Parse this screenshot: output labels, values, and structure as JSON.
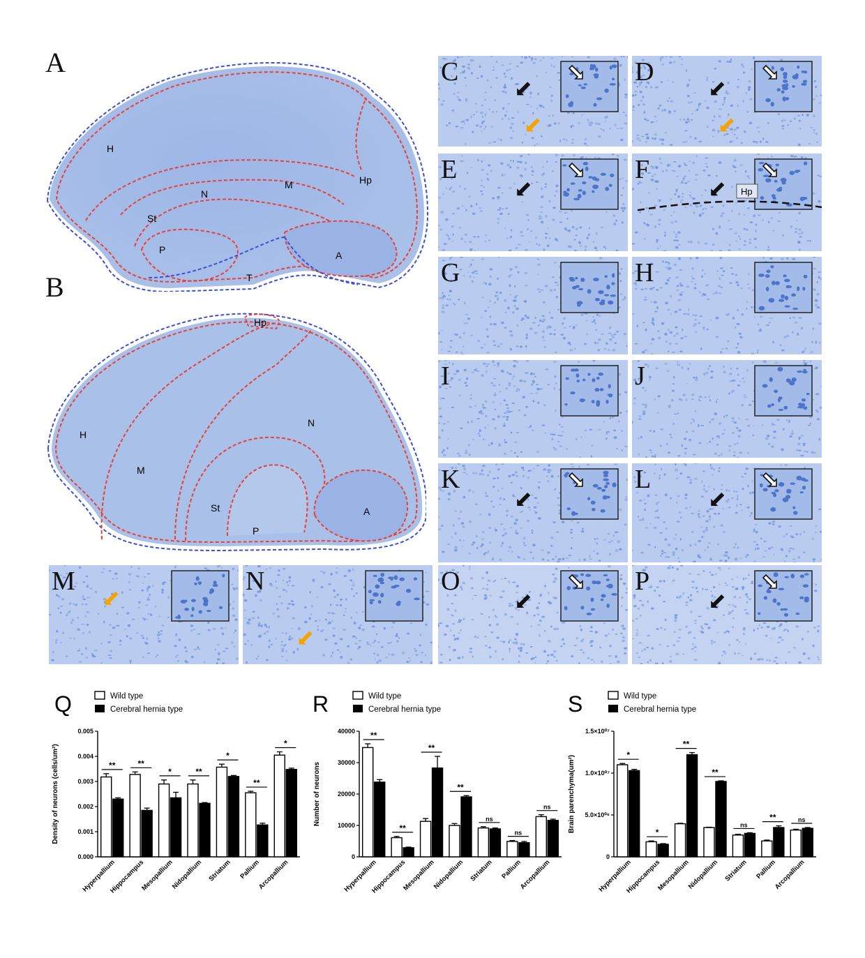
{
  "figure": {
    "panel_A": {
      "letter": "A",
      "regions": [
        "H",
        "N",
        "M",
        "Hp",
        "St",
        "P",
        "A",
        "T"
      ]
    },
    "panel_B": {
      "letter": "B",
      "regions": [
        "Hp",
        "H",
        "N",
        "M",
        "St",
        "P",
        "A"
      ]
    },
    "micro_panels": [
      {
        "letter": "C",
        "black_arrow": true,
        "orange_arrow": true,
        "inset": true,
        "inset_arrow": true
      },
      {
        "letter": "D",
        "black_arrow": true,
        "orange_arrow": true,
        "inset": true,
        "inset_arrow": true
      },
      {
        "letter": "E",
        "black_arrow": true,
        "orange_arrow": false,
        "inset": true,
        "inset_arrow": true
      },
      {
        "letter": "F",
        "black_arrow": true,
        "orange_arrow": false,
        "inset": true,
        "inset_arrow": true,
        "label": "Hp",
        "dashed_line": true
      },
      {
        "letter": "G",
        "black_arrow": false,
        "orange_arrow": false,
        "inset": true,
        "inset_arrow": false
      },
      {
        "letter": "H",
        "black_arrow": false,
        "orange_arrow": false,
        "inset": true,
        "inset_arrow": false
      },
      {
        "letter": "I",
        "black_arrow": false,
        "orange_arrow": false,
        "inset": true,
        "inset_arrow": false
      },
      {
        "letter": "J",
        "black_arrow": false,
        "orange_arrow": false,
        "inset": true,
        "inset_arrow": false
      },
      {
        "letter": "K",
        "black_arrow": true,
        "orange_arrow": false,
        "inset": true,
        "inset_arrow": true
      },
      {
        "letter": "L",
        "black_arrow": true,
        "orange_arrow": false,
        "inset": true,
        "inset_arrow": true
      },
      {
        "letter": "M",
        "black_arrow": false,
        "orange_arrow": true,
        "inset": true,
        "inset_arrow": false
      },
      {
        "letter": "N",
        "black_arrow": false,
        "orange_arrow": true,
        "inset": true,
        "inset_arrow": false
      },
      {
        "letter": "O",
        "black_arrow": true,
        "orange_arrow": false,
        "inset": true,
        "inset_arrow": true
      },
      {
        "letter": "P",
        "black_arrow": true,
        "orange_arrow": false,
        "inset": true,
        "inset_arrow": true
      }
    ],
    "colors": {
      "tissue": "#a9c0e8",
      "tissue_dark": "#8fa9dc",
      "red_boundary": "#e8403a",
      "blue_boundary": "#3d4fd8",
      "orange_arrow": "#f5a300"
    }
  },
  "legend": {
    "wild": "Wild type",
    "hernia": "Cerebral hernia type"
  },
  "chart_data": [
    {
      "letter": "Q",
      "type": "bar",
      "ylabel": "Density of neurons (cells/um²)",
      "ylim": [
        0,
        0.005
      ],
      "yticks": [
        "0.000",
        "0.001",
        "0.002",
        "0.003",
        "0.004",
        "0.005"
      ],
      "yticks_values": [
        0,
        0.001,
        0.002,
        0.003,
        0.004,
        0.005
      ],
      "categories": [
        "Hyperpallium",
        "Hippocampus",
        "Mesopallium",
        "Nidopallium",
        "Striatum",
        "Pallium",
        "Arcopallium"
      ],
      "series": [
        {
          "name": "Wild type",
          "values": [
            0.00318,
            0.00328,
            0.0029,
            0.0029,
            0.00357,
            0.00255,
            0.00405
          ],
          "errors": [
            0.00013,
            0.0001,
            0.00016,
            0.00016,
            0.00012,
            6e-05,
            0.00013
          ]
        },
        {
          "name": "Cerebral hernia type",
          "values": [
            0.0023,
            0.00185,
            0.00235,
            0.00213,
            0.0032,
            0.00127,
            0.00348
          ],
          "errors": [
            5e-05,
            9e-05,
            0.00022,
            3e-05,
            4e-05,
            7e-05,
            5e-05
          ]
        }
      ],
      "significance": [
        "**",
        "**",
        "*",
        "**",
        "*",
        "**",
        "*"
      ]
    },
    {
      "letter": "R",
      "type": "bar",
      "ylabel": "Number of neurons",
      "ylim": [
        0,
        40000
      ],
      "yticks": [
        "0",
        "10000",
        "20000",
        "30000",
        "40000"
      ],
      "yticks_values": [
        0,
        10000,
        20000,
        30000,
        40000
      ],
      "categories": [
        "Hyperpallium",
        "Hippocampus",
        "Mesopallium",
        "Nidopallium",
        "Striatum",
        "Pallium",
        "Arcopallium"
      ],
      "series": [
        {
          "name": "Wild type",
          "values": [
            34800,
            6100,
            11300,
            10000,
            9200,
            4900,
            12800
          ],
          "errors": [
            1200,
            400,
            900,
            600,
            400,
            300,
            600
          ]
        },
        {
          "name": "Cerebral hernia type",
          "values": [
            23800,
            2900,
            28300,
            19100,
            8900,
            4500,
            11600
          ],
          "errors": [
            800,
            200,
            3700,
            400,
            300,
            400,
            400
          ]
        }
      ],
      "significance": [
        "**",
        "**",
        "**",
        "**",
        "ns",
        "ns",
        "ns"
      ]
    },
    {
      "letter": "S",
      "type": "bar",
      "ylabel": "Brain parenchyma(um²)",
      "ylim": [
        0,
        15000000
      ],
      "yticks": [
        "0",
        "5.0×10⁰⁶",
        "1.0×10⁰⁷",
        "1.5×10⁰⁷"
      ],
      "yticks_values": [
        0,
        5000000,
        10000000,
        15000000
      ],
      "categories": [
        "Hyperpallium",
        "Hippocampus",
        "Mesopallium",
        "Nidopallium",
        "Striatum",
        "Pallium",
        "Arcopallium"
      ],
      "series": [
        {
          "name": "Wild type",
          "values": [
            11000000,
            1800000,
            3950000,
            3500000,
            2600000,
            1900000,
            3200000
          ],
          "errors": [
            150000,
            100000,
            60000,
            40000,
            100000,
            100000,
            100000
          ]
        },
        {
          "name": "Cerebral hernia type",
          "values": [
            10300000,
            1500000,
            12200000,
            9000000,
            2800000,
            3500000,
            3400000
          ],
          "errors": [
            150000,
            80000,
            250000,
            80000,
            80000,
            200000,
            100000
          ]
        }
      ],
      "significance": [
        "*",
        "*",
        "**",
        "**",
        "ns",
        "**",
        "ns"
      ]
    }
  ]
}
